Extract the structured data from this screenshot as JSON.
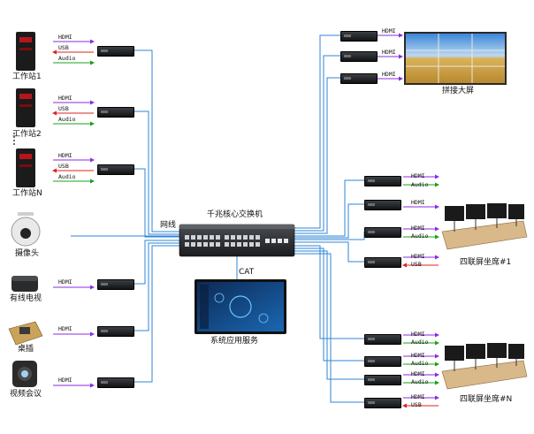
{
  "sources": [
    {
      "label": "工作站1",
      "icon": "workstation-tower-icon",
      "ports": [
        "HDMI",
        "USB",
        "Audio"
      ]
    },
    {
      "label": "工作站2",
      "icon": "workstation-tower-icon",
      "ports": [
        "HDMI",
        "USB",
        "Audio"
      ]
    },
    {
      "label": "工作站N",
      "icon": "workstation-tower-icon",
      "ports": [
        "HDMI",
        "USB",
        "Audio"
      ]
    },
    {
      "label": "摄像头",
      "icon": "dome-camera-icon",
      "ports": []
    },
    {
      "label": "有线电视",
      "icon": "set-top-box-icon",
      "ports": [
        "HDMI"
      ]
    },
    {
      "label": "桌插",
      "icon": "desk-socket-icon",
      "ports": [
        "HDMI"
      ]
    },
    {
      "label": "视频会议",
      "icon": "video-conference-camera-icon",
      "ports": [
        "HDMI"
      ]
    }
  ],
  "network_label": "网线",
  "switch_label": "千兆核心交换机",
  "cat_label": "CAT",
  "server_label": "系统应用服务",
  "videowall": {
    "label": "拼接大屏",
    "ports": [
      "HDMI",
      "HDMI",
      "HDMI"
    ]
  },
  "seat_groups": [
    {
      "label": "四联屏坐席#1",
      "ports": [
        [
          "HDMI",
          "Audio"
        ],
        [
          "HDMI"
        ],
        [
          "HDMI",
          "Audio"
        ],
        [
          "HDMI",
          "USB"
        ]
      ]
    },
    {
      "label": "四联屏坐席#N",
      "ports": [
        [
          "HDMI",
          "Audio"
        ],
        [
          "HDMI",
          "Audio"
        ],
        [
          "HDMI",
          "Audio"
        ],
        [
          "HDMI",
          "USB"
        ]
      ]
    }
  ],
  "colors": {
    "hdmi": "#8a2be2",
    "usb": "#e02020",
    "audio": "#1aa01a",
    "network": "#2f86d6"
  }
}
